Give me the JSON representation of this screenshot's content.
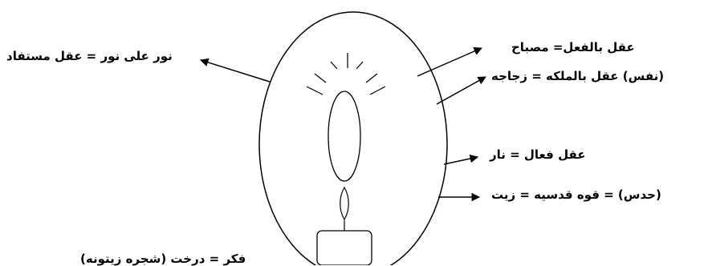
{
  "labels": {
    "left": "نور علی نور = عقل مستفاد",
    "right_1": "عقل بالفعل= مصباح",
    "right_2": "(نفس) عقل بالملکه = زجاجه",
    "right_3": "عقل فعال = نار",
    "right_4": "(حدس) = قوه قدسیه = زیت",
    "bottom": "فکر = درخت (شجره زیتونه)"
  },
  "colors": {
    "stroke": "#000000",
    "background": "#ffffff"
  }
}
